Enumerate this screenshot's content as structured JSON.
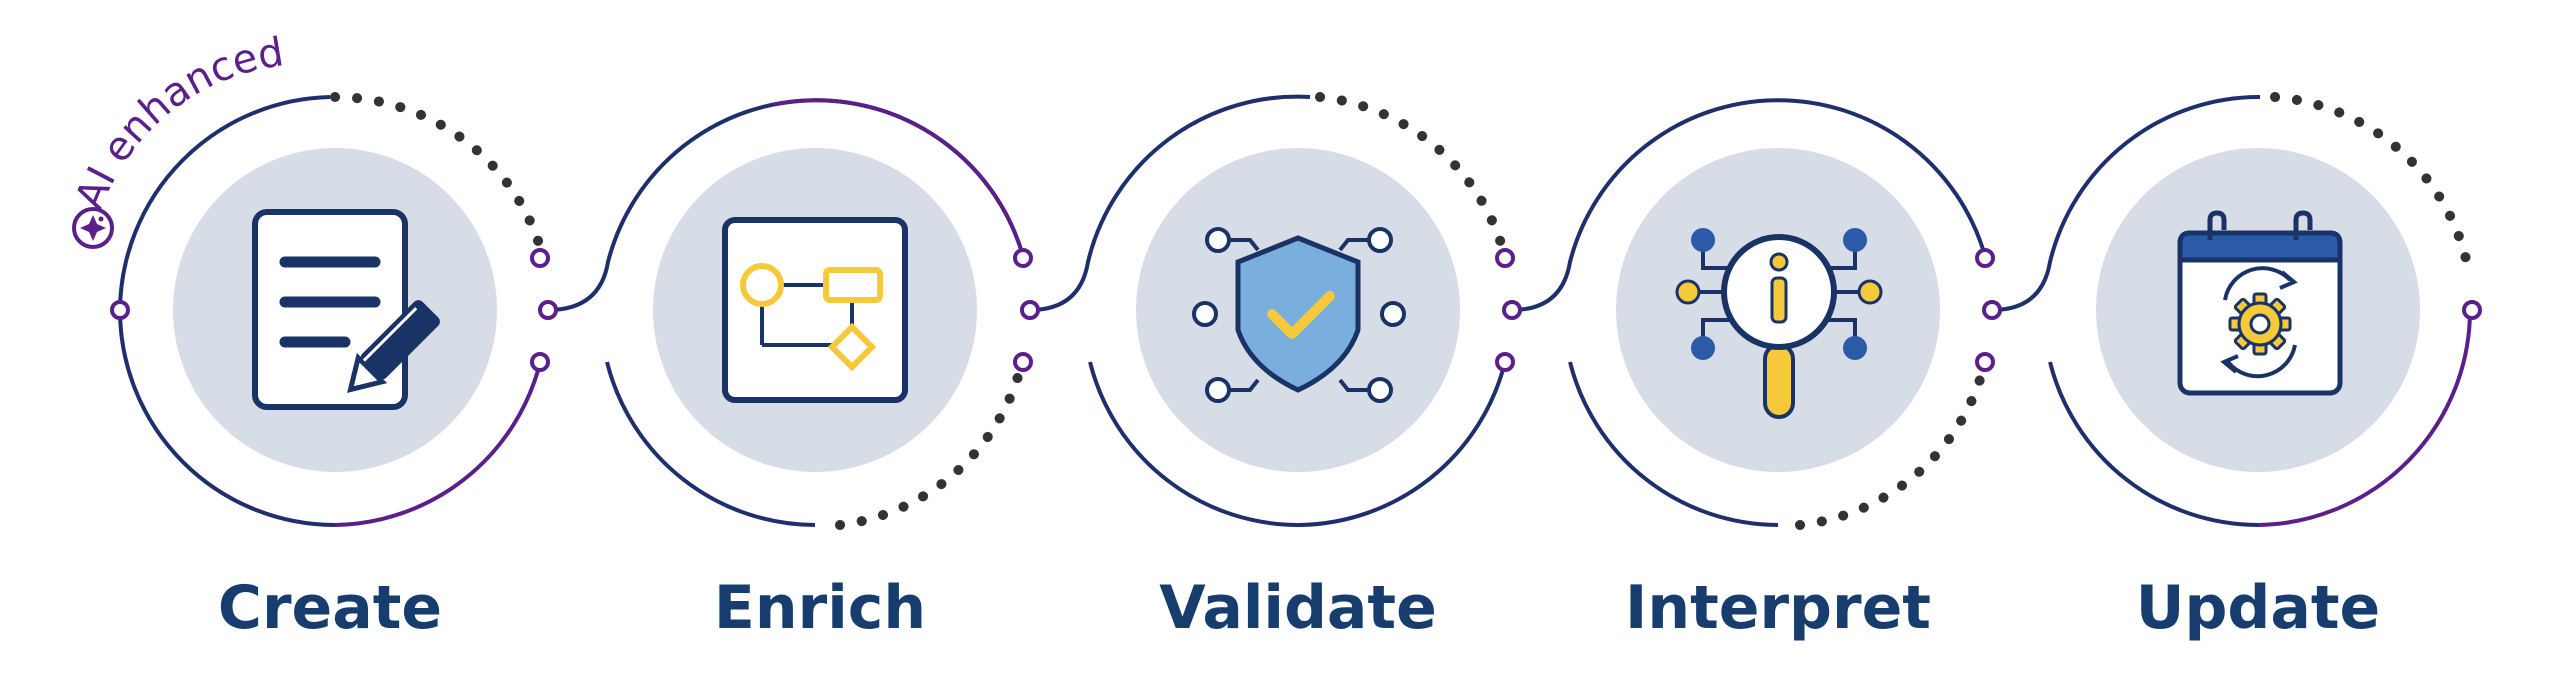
{
  "badge": {
    "text": "AI enhanced",
    "icon": "sparkle-icon"
  },
  "steps": [
    {
      "label": "Create",
      "icon": "document-pencil-icon"
    },
    {
      "label": "Enrich",
      "icon": "flowchart-icon"
    },
    {
      "label": "Validate",
      "icon": "shield-check-icon"
    },
    {
      "label": "Interpret",
      "icon": "magnifier-info-icon"
    },
    {
      "label": "Update",
      "icon": "calendar-gear-icon"
    }
  ],
  "colors": {
    "navy": "#1e2f6e",
    "purple": "#5b1f8c",
    "label": "#173d6e",
    "circle_fill": "#d7dde7",
    "icon_navy": "#1a3366",
    "yellow": "#f5c93a",
    "light_blue": "#7aaedc",
    "blue": "#2a5aa8"
  }
}
